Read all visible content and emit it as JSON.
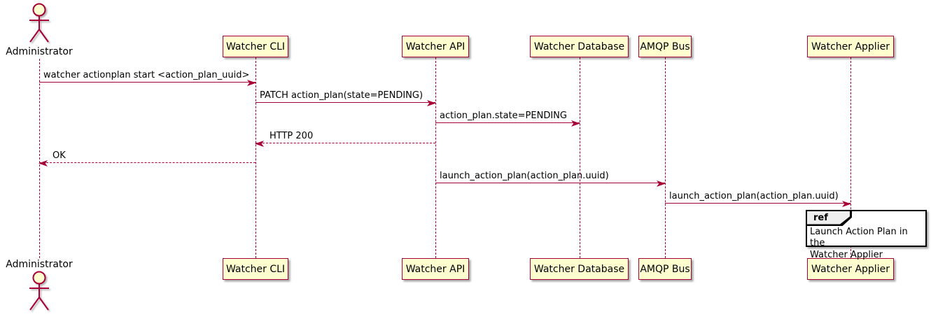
{
  "diagram_type": "sequence",
  "actor": {
    "label": "Administrator"
  },
  "participants": [
    {
      "label": "Watcher CLI"
    },
    {
      "label": "Watcher API"
    },
    {
      "label": "Watcher Database"
    },
    {
      "label": "AMQP Bus"
    },
    {
      "label": "Watcher Applier"
    }
  ],
  "messages": [
    {
      "label": "watcher actionplan start <action_plan_uuid>",
      "from": "Administrator",
      "to": "Watcher CLI",
      "line": "solid",
      "direction": "right"
    },
    {
      "label": "PATCH action_plan(state=PENDING)",
      "from": "Watcher CLI",
      "to": "Watcher API",
      "line": "solid",
      "direction": "right"
    },
    {
      "label": "action_plan.state=PENDING",
      "from": "Watcher API",
      "to": "Watcher Database",
      "line": "solid",
      "direction": "right"
    },
    {
      "label": "HTTP 200",
      "from": "Watcher API",
      "to": "Watcher CLI",
      "line": "dashed",
      "direction": "left"
    },
    {
      "label": "OK",
      "from": "Watcher CLI",
      "to": "Administrator",
      "line": "dashed",
      "direction": "left"
    },
    {
      "label": "launch_action_plan(action_plan.uuid)",
      "from": "Watcher API",
      "to": "AMQP Bus",
      "line": "solid",
      "direction": "right"
    },
    {
      "label": "launch_action_plan(action_plan.uuid)",
      "from": "AMQP Bus",
      "to": "Watcher Applier",
      "line": "solid",
      "direction": "right"
    }
  ],
  "ref": {
    "keyword": "ref",
    "text": "Launch Action Plan in the\nWatcher Applier"
  },
  "colors": {
    "participant_fill": "#FEFECE",
    "participant_border": "#A80036",
    "line": "#A80036",
    "text": "#000000",
    "ref_border": "#000000",
    "ref_header_fill": "#EEEEEE",
    "background": "#FFFFFF"
  }
}
